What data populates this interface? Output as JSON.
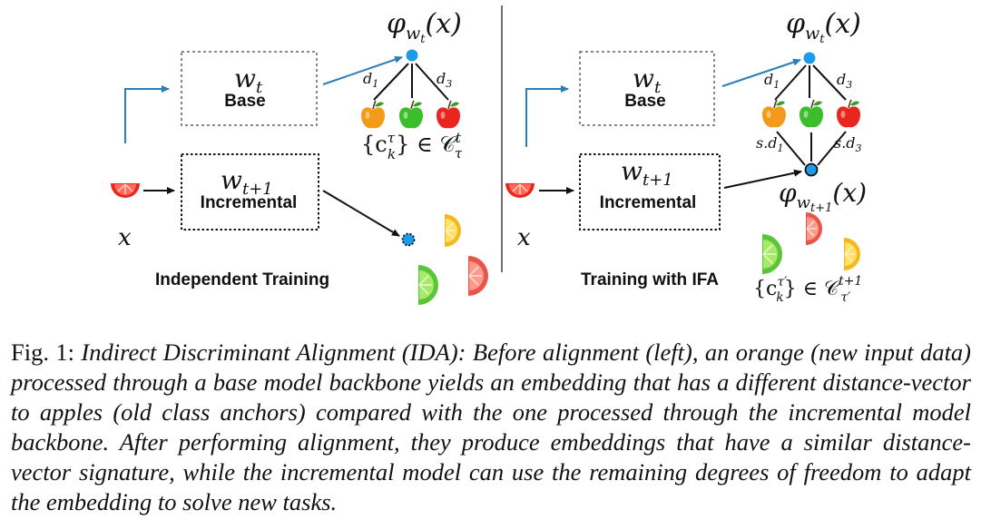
{
  "left_panel": {
    "top_output": "φ",
    "top_output_sub": "w",
    "top_output_subsub": "t",
    "top_output_arg": "(x)",
    "base_weight": "w",
    "base_weight_sub": "t",
    "base_label": "Base",
    "inc_weight": "w",
    "inc_weight_sub": "t+1",
    "inc_label": "Incremental",
    "input_label": "x",
    "d1": "d",
    "d1_sub": "1",
    "d3": "d",
    "d3_sub": "3",
    "anchor_set": "{c",
    "anchor_set_sub": "k",
    "anchor_set_sup": "τ",
    "anchor_set_rest": "} ∈ 𝒞",
    "anchor_set_rest_sub": "τ",
    "anchor_set_rest_sup": "t",
    "title": "Independent Training"
  },
  "right_panel": {
    "top_output": "φ",
    "top_output_sub": "w",
    "top_output_subsub": "t",
    "top_output_arg": "(x)",
    "base_weight": "w",
    "base_weight_sub": "t",
    "base_label": "Base",
    "inc_weight": "w",
    "inc_weight_sub": "t+1",
    "inc_label": "Incremental",
    "input_label": "x",
    "d1": "d",
    "d1_sub": "1",
    "d3": "d",
    "d3_sub": "3",
    "sd1": "s.d",
    "sd1_sub": "1",
    "sd3": "s.d",
    "sd3_sub": "3",
    "inc_output": "φ",
    "inc_output_sub": "w",
    "inc_output_subsub": "t+1",
    "inc_output_arg": "(x)",
    "new_set": "{c",
    "new_set_sub": "k",
    "new_set_sup": "τ′",
    "new_set_rest": "} ∈ 𝒞",
    "new_set_rest_sub": "τ′",
    "new_set_rest_sup": "t+1",
    "title": "Training with IFA"
  },
  "caption": {
    "fig_label": "Fig. 1:",
    "text": "Indirect Discriminant Alignment (IDA): Before alignment (left), an orange (new input data) processed through a base model backbone yields an embedding that has a different distance-vector to apples (old class anchors) compared with the one processed through the incremental model backbone. After performing alignment, they produce embeddings that have a similar distance-vector signature, while the incremental model can use the remaining degrees of freedom to adapt the embedding to solve new tasks."
  },
  "colors": {
    "blue_arrow": "#2a7fb8",
    "embedding": "#1e9be8",
    "apple_orange": "#f49a1a",
    "apple_green": "#3cbd2c",
    "apple_red": "#e8261e",
    "fruit_red": "#e8554a",
    "fruit_yellow": "#f3b91c",
    "fruit_green": "#5bc43a"
  }
}
